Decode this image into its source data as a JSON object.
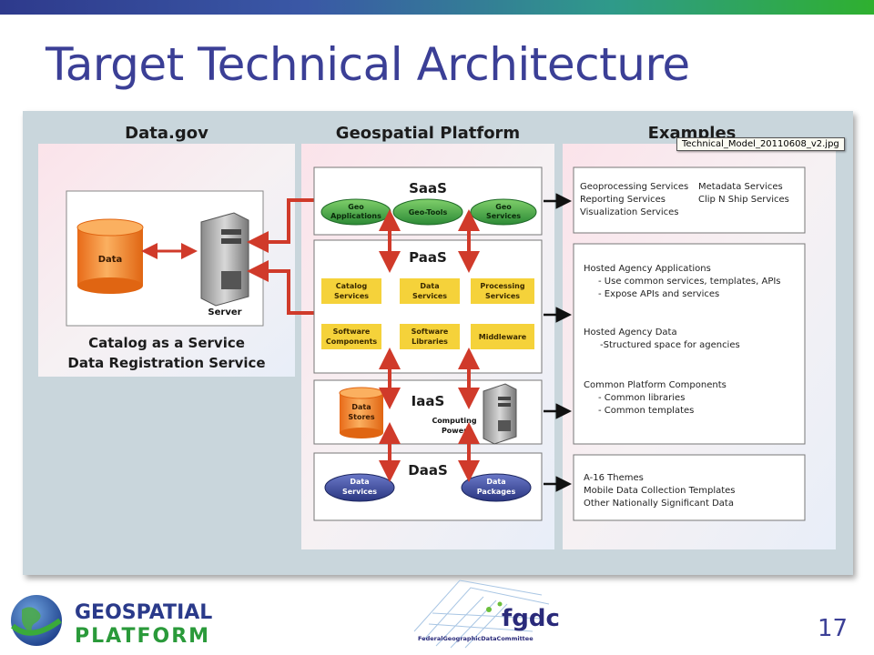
{
  "slide": {
    "title": "Target Technical Architecture",
    "page_number": "17"
  },
  "tooltip": "Technical_Model_20110608_v2.jpg",
  "columns": {
    "left": "Data.gov",
    "middle": "Geospatial Platform",
    "right": "Examples"
  },
  "datagov": {
    "data_label": "Data",
    "server_label": "Server",
    "caption_line1": "Catalog as a Service",
    "caption_line2": "Data Registration Service"
  },
  "saas": {
    "title": "SaaS",
    "items": [
      {
        "line1": "Geo",
        "line2": "Applications"
      },
      {
        "line1": "Geo-Tools",
        "line2": ""
      },
      {
        "line1": "Geo",
        "line2": "Services"
      }
    ]
  },
  "paas": {
    "title": "PaaS",
    "items": [
      {
        "line1": "Catalog",
        "line2": "Services"
      },
      {
        "line1": "Data",
        "line2": "Services"
      },
      {
        "line1": "Processing",
        "line2": "Services"
      },
      {
        "line1": "Software",
        "line2": "Components"
      },
      {
        "line1": "Software",
        "line2": "Libraries"
      },
      {
        "line1": "Middleware",
        "line2": ""
      }
    ]
  },
  "iaas": {
    "title": "IaaS",
    "stores_line1": "Data",
    "stores_line2": "Stores",
    "computing_line1": "Computing",
    "computing_line2": "Power"
  },
  "daas": {
    "title": "DaaS",
    "items": [
      {
        "line1": "Data",
        "line2": "Services"
      },
      {
        "line1": "Data",
        "line2": "Packages"
      }
    ]
  },
  "examples": {
    "saas_col1": [
      "Geoprocessing Services",
      "Reporting Services",
      "Visualization Services"
    ],
    "saas_col2": [
      "Metadata Services",
      "Clip N Ship Services"
    ],
    "paas_lines": [
      "Hosted Agency Applications",
      "- Use common services, templates, APIs",
      "- Expose APIs and services",
      "Hosted Agency Data",
      "-Structured space for agencies",
      "Common Platform Components",
      "- Common libraries",
      "- Common templates"
    ],
    "daas_lines": [
      "A-16 Themes",
      "Mobile Data Collection Templates",
      "Other Nationally Significant Data"
    ]
  },
  "logos": {
    "gp_line1": "GEOSPATIAL",
    "gp_line2": "PLATFORM",
    "fgdc_mark": "fgdc",
    "fgdc_name": "FederalGeographicDataCommittee"
  },
  "colors": {
    "title": "#3b3f96",
    "arrow_red": "#d03a2a",
    "cylinder_orange": "#f08a2a",
    "ellipse_green": "#3fa148",
    "ellipse_blue": "#3a4a9e",
    "paas_yellow": "#f5d23a"
  }
}
